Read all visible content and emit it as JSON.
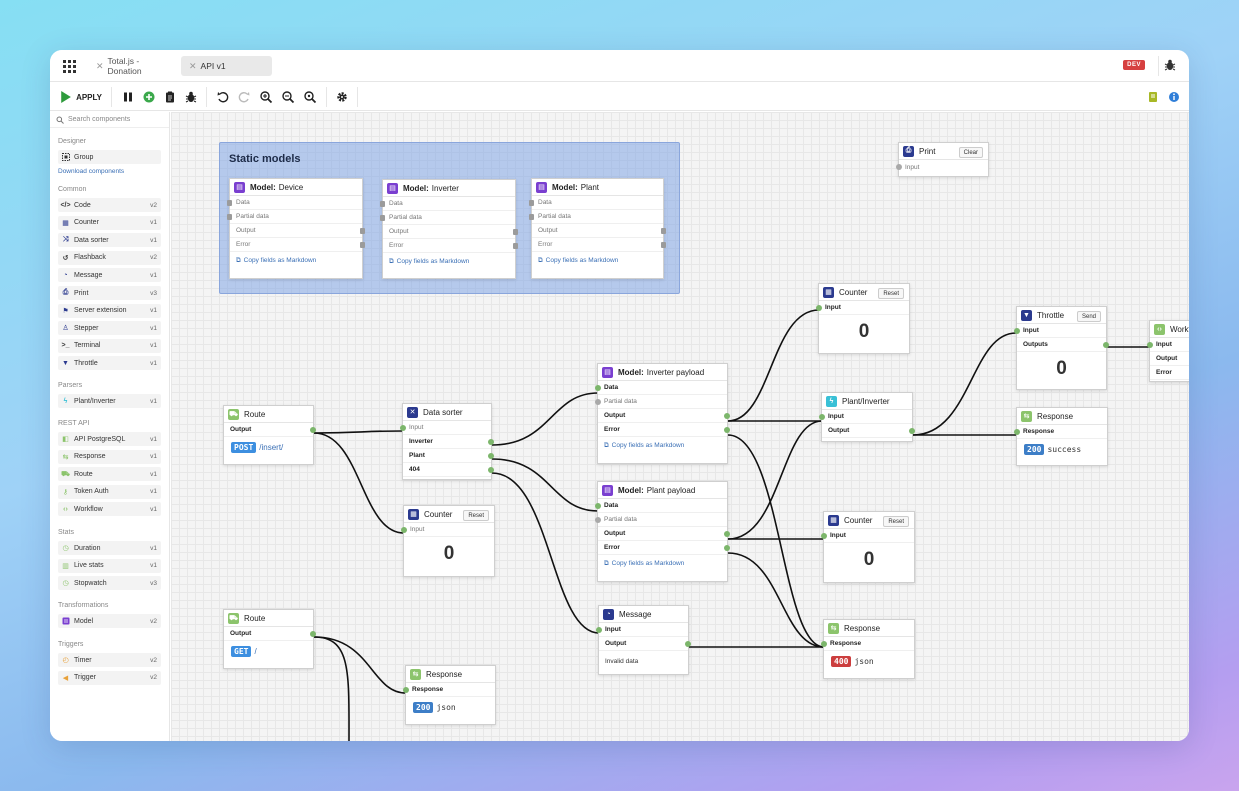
{
  "tabs": [
    {
      "label": "Total.js - Donation",
      "active": false
    },
    {
      "label": "API v1",
      "active": true
    }
  ],
  "env_badge": "DEV",
  "toolbar": {
    "apply_label": "APPLY"
  },
  "sidebar": {
    "search_placeholder": "Search components",
    "sections": {
      "designer": "Designer",
      "common": "Common",
      "parsers": "Parsers",
      "rest_api": "REST API",
      "stats": "Stats",
      "transformations": "Transformations",
      "triggers": "Triggers"
    },
    "designer_items": [
      {
        "label": "Group",
        "icon": "group-icon"
      }
    ],
    "download_link": "Download components",
    "common_items": [
      {
        "label": "Code",
        "version": "v2",
        "icon": "code-icon"
      },
      {
        "label": "Counter",
        "version": "v1",
        "icon": "calculator-icon"
      },
      {
        "label": "Data sorter",
        "version": "v1",
        "icon": "shuffle-icon"
      },
      {
        "label": "Flashback",
        "version": "v2",
        "icon": "history-icon"
      },
      {
        "label": "Message",
        "version": "v1",
        "icon": "message-icon"
      },
      {
        "label": "Print",
        "version": "v3",
        "icon": "printer-icon"
      },
      {
        "label": "Server extension",
        "version": "v1",
        "icon": "flag-icon"
      },
      {
        "label": "Stepper",
        "version": "v1",
        "icon": "walking-icon"
      },
      {
        "label": "Terminal",
        "version": "v1",
        "icon": "terminal-icon"
      },
      {
        "label": "Throttle",
        "version": "v1",
        "icon": "funnel-icon"
      }
    ],
    "parsers_items": [
      {
        "label": "Plant/Inverter",
        "version": "v1",
        "icon": "bolt-icon"
      }
    ],
    "rest_items": [
      {
        "label": "API PostgreSQL",
        "version": "v1",
        "icon": "database-icon"
      },
      {
        "label": "Response",
        "version": "v1",
        "icon": "response-icon"
      },
      {
        "label": "Route",
        "version": "v1",
        "icon": "route-icon"
      },
      {
        "label": "Token Auth",
        "version": "v1",
        "icon": "key-icon"
      },
      {
        "label": "Workflow",
        "version": "v1",
        "icon": "workflow-icon"
      }
    ],
    "stats_items": [
      {
        "label": "Duration",
        "version": "v1",
        "icon": "stopwatch-icon"
      },
      {
        "label": "Live stats",
        "version": "v1",
        "icon": "chart-icon"
      },
      {
        "label": "Stopwatch",
        "version": "v3",
        "icon": "stopwatch-icon"
      }
    ],
    "transformations_items": [
      {
        "label": "Model",
        "version": "v2",
        "icon": "model-icon"
      }
    ],
    "triggers_items": [
      {
        "label": "Timer",
        "version": "v2",
        "icon": "clock-icon"
      },
      {
        "label": "Trigger",
        "version": "v2",
        "icon": "megaphone-icon"
      }
    ]
  },
  "canvas": {
    "group_title": "Static models",
    "common": {
      "data": "Data",
      "partial": "Partial data",
      "output": "Output",
      "error": "Error",
      "copy": "Copy fields as Markdown",
      "input": "Input",
      "outputs": "Outputs",
      "reset": "Reset",
      "clear": "Clear",
      "send": "Send"
    },
    "model_device": {
      "prefix": "Model:",
      "name": "Device"
    },
    "model_inverter": {
      "prefix": "Model:",
      "name": "Inverter"
    },
    "model_plant": {
      "prefix": "Model:",
      "name": "Plant"
    },
    "print": {
      "title": "Print"
    },
    "counter_top": {
      "title": "Counter",
      "value": "0"
    },
    "throttle": {
      "title": "Throttle",
      "value": "0"
    },
    "workflow": {
      "title": "Workf",
      "rows": [
        "Input",
        "Output",
        "Error"
      ]
    },
    "model_inverter_payload": {
      "prefix": "Model:",
      "name": "Inverter payload"
    },
    "plant_inverter": {
      "title": "Plant/Inverter"
    },
    "response_success": {
      "title": "Response",
      "code": "200",
      "text": "success"
    },
    "route_post": {
      "title": "Route",
      "method": "POST",
      "path": "/insert/"
    },
    "data_sorter": {
      "title": "Data sorter",
      "outputs": [
        "Inverter",
        "Plant",
        "404"
      ]
    },
    "counter_mid": {
      "title": "Counter",
      "value": "0"
    },
    "model_plant_payload": {
      "prefix": "Model:",
      "name": "Plant payload"
    },
    "counter_right": {
      "title": "Counter",
      "value": "0"
    },
    "message": {
      "title": "Message",
      "text": "Invalid data"
    },
    "response_400": {
      "title": "Response",
      "code": "400",
      "text": "json"
    },
    "route_get": {
      "title": "Route",
      "method": "GET",
      "path": "/"
    },
    "response_json": {
      "title": "Response",
      "code": "200",
      "text": "json"
    }
  }
}
